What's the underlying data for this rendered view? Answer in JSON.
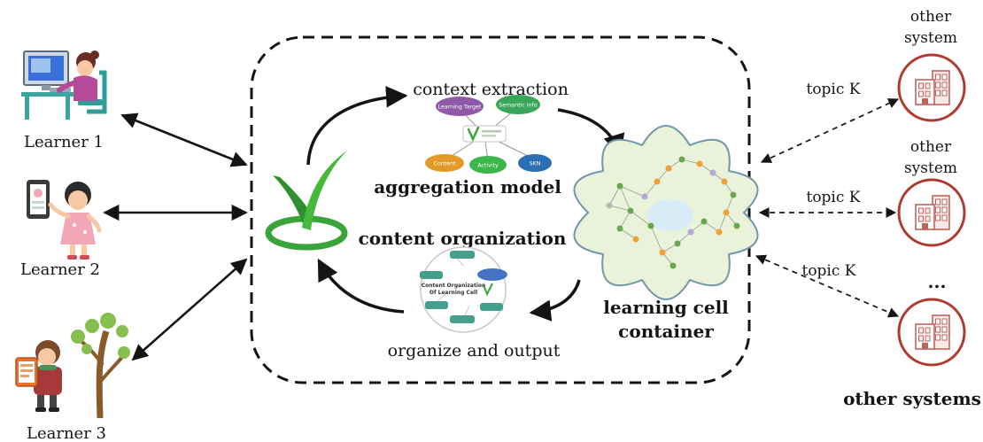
{
  "learners": [
    {
      "label": "Learner 1"
    },
    {
      "label": "Learner 2"
    },
    {
      "label": "Learner 3"
    }
  ],
  "cycle": {
    "context_extraction": "context extraction",
    "aggregation_model": "aggregation model",
    "content_organization": "content organization",
    "organize_and_output": "organize and output"
  },
  "aggregation_diagram": {
    "nodes": [
      {
        "label": "Learning Target",
        "color": "#8e5aa8"
      },
      {
        "label": "Semantic Info",
        "color": "#3aa65a"
      },
      {
        "label": "Content",
        "color": "#e09a28"
      },
      {
        "label": "Activity",
        "color": "#3cb54a"
      },
      {
        "label": "SKN",
        "color": "#2d6fb5"
      }
    ]
  },
  "organization_diagram": {
    "center_line1": "Content Organization",
    "center_line2": "Of Learning Cell"
  },
  "container": {
    "label_line1": "learning cell",
    "label_line2": "container"
  },
  "external": {
    "topics": [
      "topic K",
      "topic K",
      "topic K"
    ],
    "systems": [
      {
        "line1": "other",
        "line2": "system"
      },
      {
        "line1": "other",
        "line2": "system"
      },
      {
        "line1": "..."
      }
    ],
    "footer": "other systems"
  },
  "colors": {
    "logo_green": "#3aa43a",
    "cloud_fill": "#eaf3da",
    "cloud_stroke": "#7096ae",
    "system_ring": "#b03a2e",
    "building": "#c0635d",
    "arrow": "#141414",
    "network_node_orange": "#f0a133",
    "network_node_green": "#6aa84f",
    "network_node_purple": "#b4a7d6",
    "network_node_gray": "#b8b8b8"
  }
}
